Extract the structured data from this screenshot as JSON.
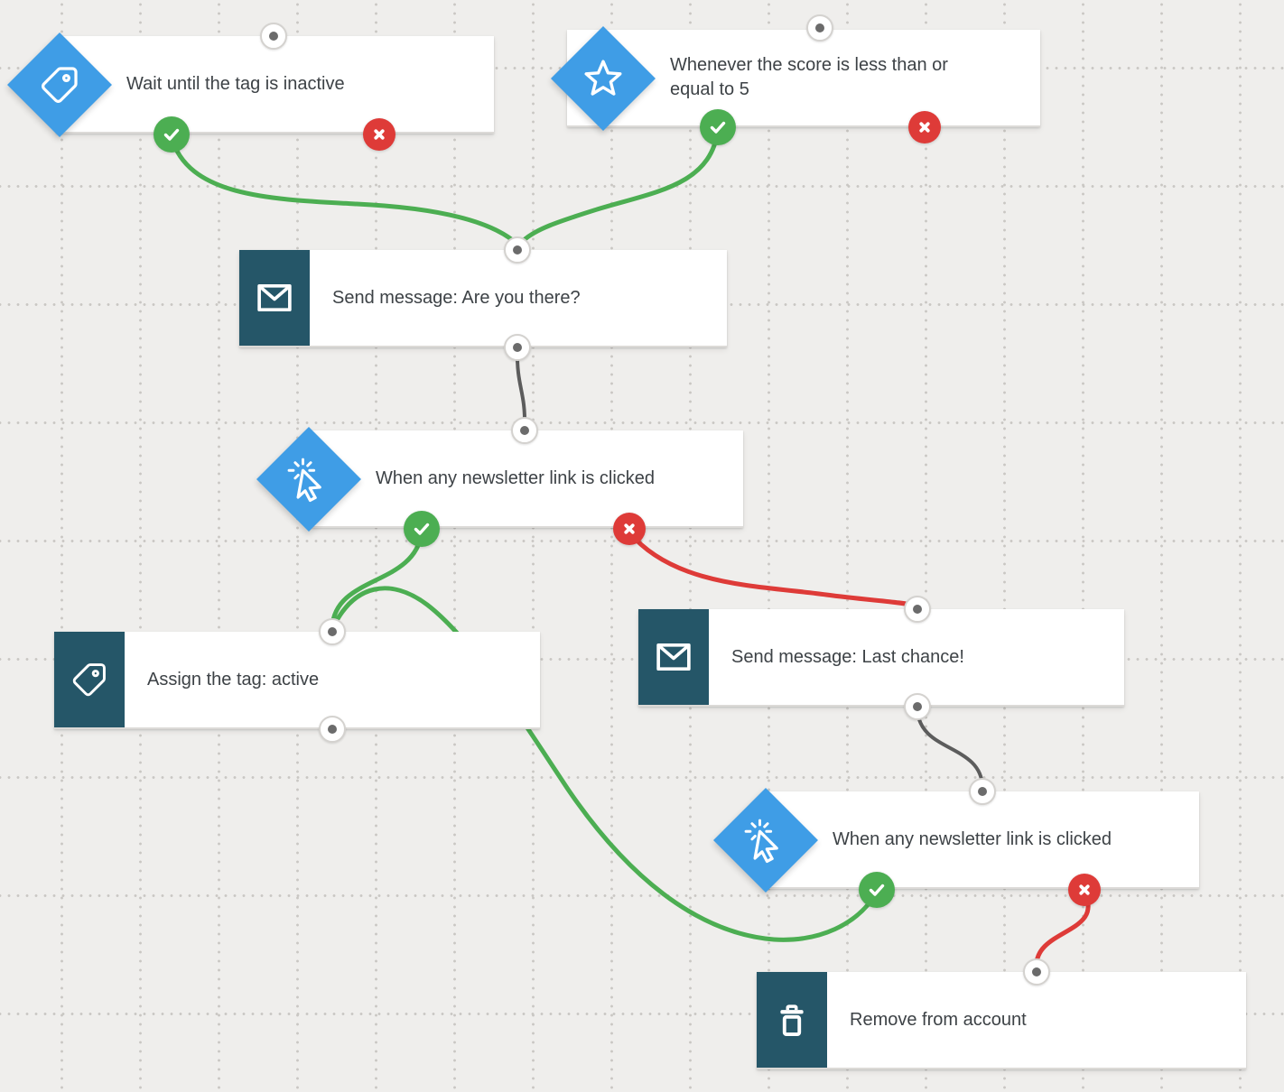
{
  "canvas": {
    "type": "marketing-automation-workflow",
    "background": "#efeeec"
  },
  "colors": {
    "condition_blue": "#3f9de6",
    "action_teal": "#255668",
    "yes_green": "#4cae52",
    "no_red": "#de3b38",
    "neutral_gray": "#5c5c5c"
  },
  "nodes": [
    {
      "id": "wait-tag-inactive",
      "kind": "condition",
      "icon": "tag-icon",
      "label": "Wait until the tag is inactive"
    },
    {
      "id": "score-lte-5",
      "kind": "condition",
      "icon": "star-icon",
      "label": "Whenever the score is less than or equal to 5"
    },
    {
      "id": "send-are-you-there",
      "kind": "action",
      "icon": "mail-icon",
      "label": "Send message: Are you there?"
    },
    {
      "id": "newsletter-link-clicked-1",
      "kind": "condition",
      "icon": "click-icon",
      "label": "When any newsletter link is clicked"
    },
    {
      "id": "assign-tag-active",
      "kind": "action",
      "icon": "tag-icon",
      "label": "Assign the tag: active"
    },
    {
      "id": "send-last-chance",
      "kind": "action",
      "icon": "mail-icon",
      "label": "Send message: Last chance!"
    },
    {
      "id": "newsletter-link-clicked-2",
      "kind": "condition",
      "icon": "click-icon",
      "label": "When any newsletter link is clicked"
    },
    {
      "id": "remove-from-account",
      "kind": "action",
      "icon": "trash-icon",
      "label": "Remove from account"
    }
  ],
  "connections": [
    {
      "from": "wait-tag-inactive",
      "port": "yes",
      "to": "send-are-you-there",
      "color": "green"
    },
    {
      "from": "score-lte-5",
      "port": "yes",
      "to": "send-are-you-there",
      "color": "green"
    },
    {
      "from": "send-are-you-there",
      "port": "out",
      "to": "newsletter-link-clicked-1",
      "color": "gray"
    },
    {
      "from": "newsletter-link-clicked-1",
      "port": "yes",
      "to": "assign-tag-active",
      "color": "green"
    },
    {
      "from": "newsletter-link-clicked-1",
      "port": "no",
      "to": "send-last-chance",
      "color": "red"
    },
    {
      "from": "send-last-chance",
      "port": "out",
      "to": "newsletter-link-clicked-2",
      "color": "gray"
    },
    {
      "from": "newsletter-link-clicked-2",
      "port": "yes",
      "to": "assign-tag-active",
      "color": "green"
    },
    {
      "from": "newsletter-link-clicked-2",
      "port": "no",
      "to": "remove-from-account",
      "color": "red"
    }
  ]
}
